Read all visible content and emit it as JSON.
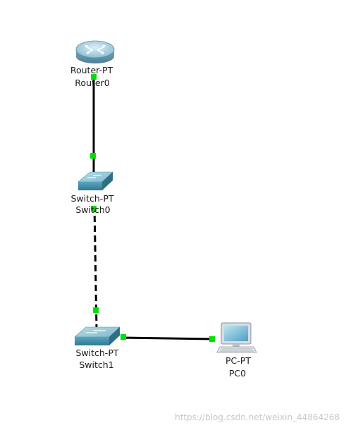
{
  "devices": [
    {
      "id": "router0",
      "type": "router",
      "model": "Router-PT",
      "name": "Router0"
    },
    {
      "id": "switch0",
      "type": "switch",
      "model": "Switch-PT",
      "name": "Switch0"
    },
    {
      "id": "switch1",
      "type": "switch",
      "model": "Switch-PT",
      "name": "Switch1"
    },
    {
      "id": "pc0",
      "type": "pc",
      "model": "PC-PT",
      "name": "PC0"
    }
  ],
  "links": [
    {
      "from": "router0",
      "to": "switch0",
      "style": "solid",
      "status": "up"
    },
    {
      "from": "switch0",
      "to": "switch1",
      "style": "dashed",
      "status": "up"
    },
    {
      "from": "switch1",
      "to": "pc0",
      "style": "solid",
      "status": "up"
    }
  ],
  "colors": {
    "link": "#000000",
    "link_up": "#00e000",
    "switch_top": "#8ec6d6",
    "switch_front": "#3f8fa8",
    "router_body": "#7fb2c8",
    "pc_body": "#d8dde2",
    "pc_screen": "#6fb6d6"
  },
  "watermark": "https://blog.csdn.net/weixin_44864268"
}
